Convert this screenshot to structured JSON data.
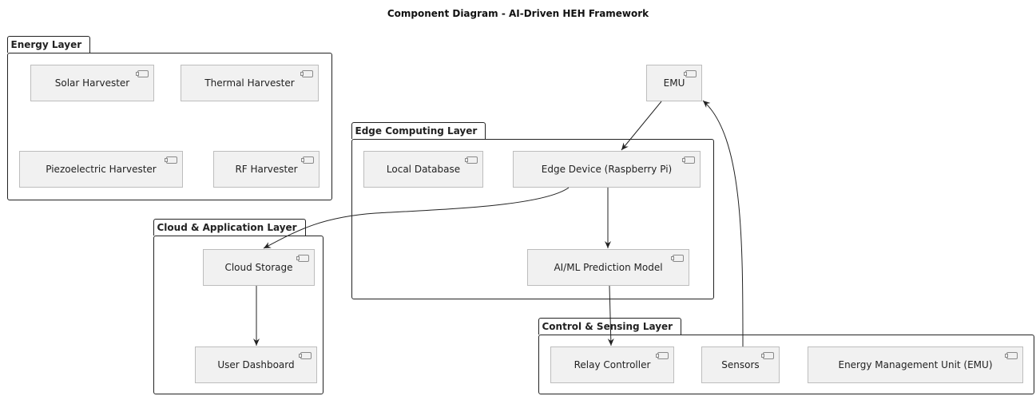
{
  "title": "Component Diagram - AI-Driven HEH Framework",
  "packages": {
    "energy": "Energy Layer",
    "edge": "Edge Computing Layer",
    "cloud": "Cloud & Application Layer",
    "control": "Control & Sensing Layer"
  },
  "components": {
    "solar": "Solar Harvester",
    "thermal": "Thermal Harvester",
    "piezo": "Piezoelectric Harvester",
    "rf": "RF Harvester",
    "emu": "EMU",
    "local_db": "Local Database",
    "edge_device": "Edge Device (Raspberry Pi)",
    "ai_model": "AI/ML Prediction Model",
    "cloud_storage": "Cloud Storage",
    "user_dashboard": "User Dashboard",
    "relay": "Relay Controller",
    "sensors": "Sensors",
    "emu_full": "Energy Management Unit (EMU)"
  }
}
